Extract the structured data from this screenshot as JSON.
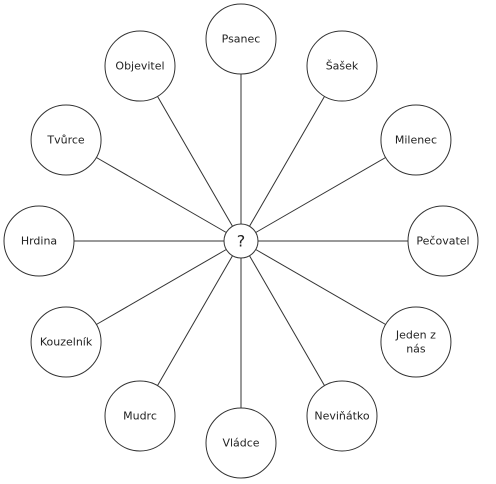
{
  "center": {
    "label": "?"
  },
  "nodes": [
    {
      "id": "psanec",
      "lines": [
        "Psanec"
      ]
    },
    {
      "id": "sasek",
      "lines": [
        "Šašek"
      ]
    },
    {
      "id": "milenec",
      "lines": [
        "Milenec"
      ]
    },
    {
      "id": "pecovatel",
      "lines": [
        "Pečovatel"
      ]
    },
    {
      "id": "jeden-z-nas",
      "lines": [
        "Jeden z",
        "nás"
      ]
    },
    {
      "id": "nevinatko",
      "lines": [
        "Neviňátko"
      ]
    },
    {
      "id": "vladce",
      "lines": [
        "Vládce"
      ]
    },
    {
      "id": "mudrc",
      "lines": [
        "Mudrc"
      ]
    },
    {
      "id": "kouzelnik",
      "lines": [
        "Kouzelník"
      ]
    },
    {
      "id": "hrdina",
      "lines": [
        "Hrdina"
      ]
    },
    {
      "id": "tvurce",
      "lines": [
        "Tvůrce"
      ]
    },
    {
      "id": "objevitel",
      "lines": [
        "Objevitel"
      ]
    }
  ],
  "colors": {
    "stroke": "#333333",
    "text": "#222222",
    "background": "#ffffff"
  }
}
